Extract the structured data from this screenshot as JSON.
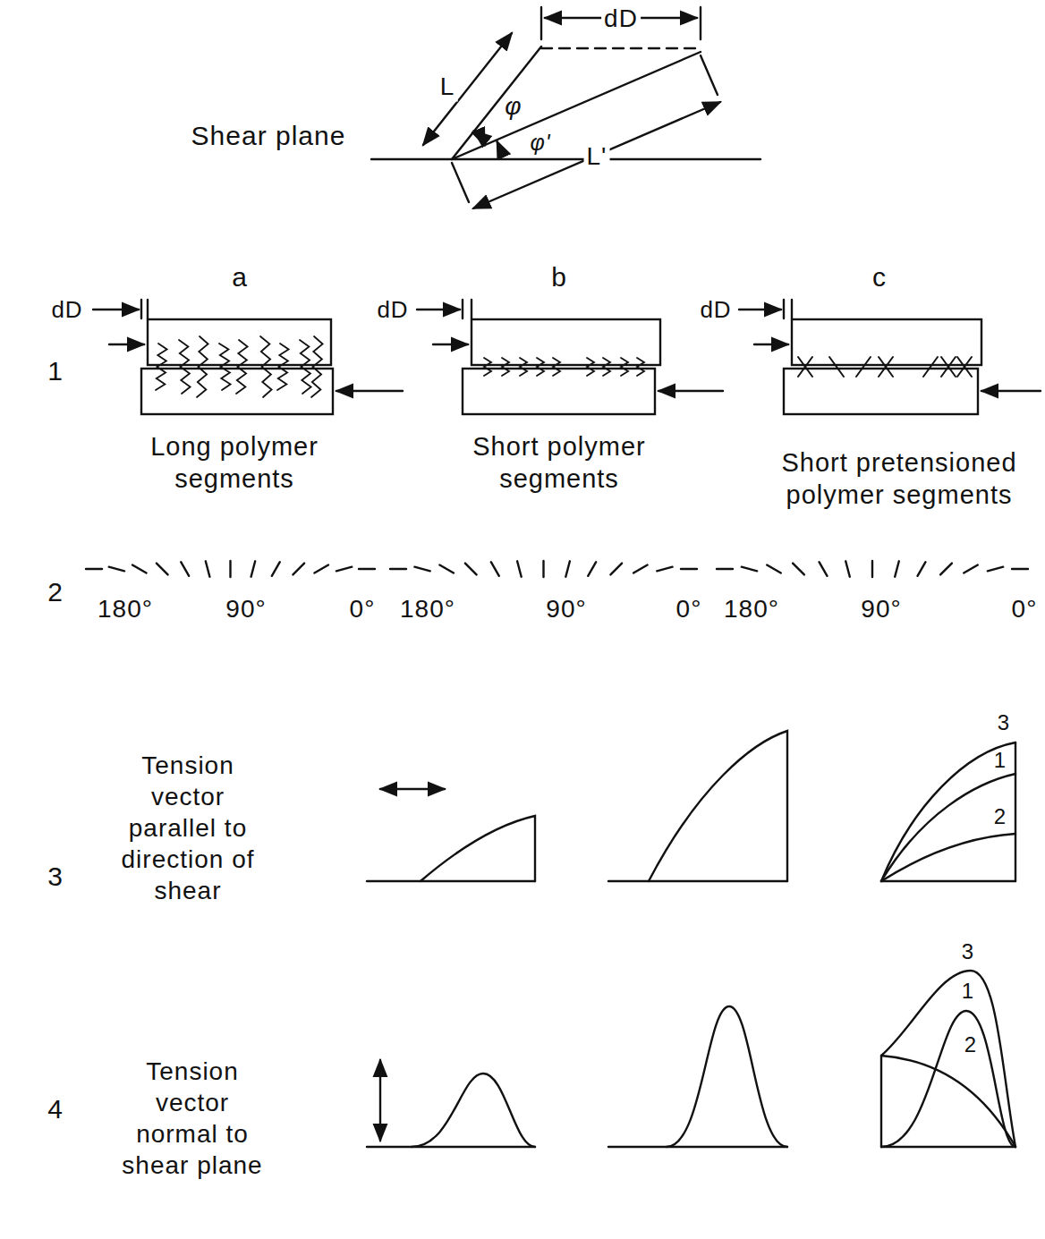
{
  "diagram": {
    "labels": [
      "dD",
      "L",
      "φ",
      "φ'",
      "L'",
      "Shear plane",
      "a",
      "b",
      "c",
      "dD",
      "dD",
      "dD",
      "1",
      "Long polymer segments",
      "Short polymer segments",
      "Short pretensioned polymer segments",
      "2",
      "180°",
      "90°",
      "0°",
      "180°",
      "90°",
      "0°",
      "180°",
      "90°",
      "0°",
      "3",
      "Tension vector parallel to direction of shear",
      "3",
      "1",
      "2",
      "4",
      "Tension vector normal to shear plane",
      "3",
      "1",
      "2"
    ]
  }
}
